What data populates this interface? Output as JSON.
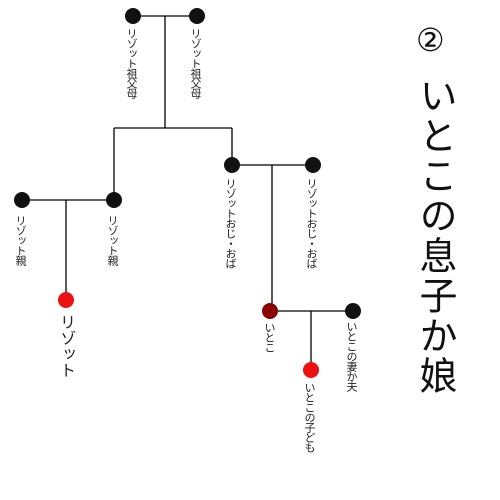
{
  "title": {
    "number": "②",
    "text": "いとこの息子か娘"
  },
  "colors": {
    "line": "#000000",
    "person": "#111111",
    "self": "#ee1111",
    "cousin": "#8b0000"
  },
  "nodes": {
    "grandfather": {
      "label": "リゾット祖父母"
    },
    "grandmother": {
      "label": "リゾット祖父母"
    },
    "father": {
      "label": "リゾット親"
    },
    "mother": {
      "label": "リゾット親"
    },
    "uncle": {
      "label": "リゾットおじ・おば"
    },
    "aunt": {
      "label": "リゾットおじ・おば"
    },
    "self": {
      "label": "リゾット"
    },
    "cousin": {
      "label": "いとこ"
    },
    "cousin_spouse": {
      "label": "いとこの妻か夫"
    },
    "cousin_child": {
      "label": "いとこの子ども"
    }
  }
}
